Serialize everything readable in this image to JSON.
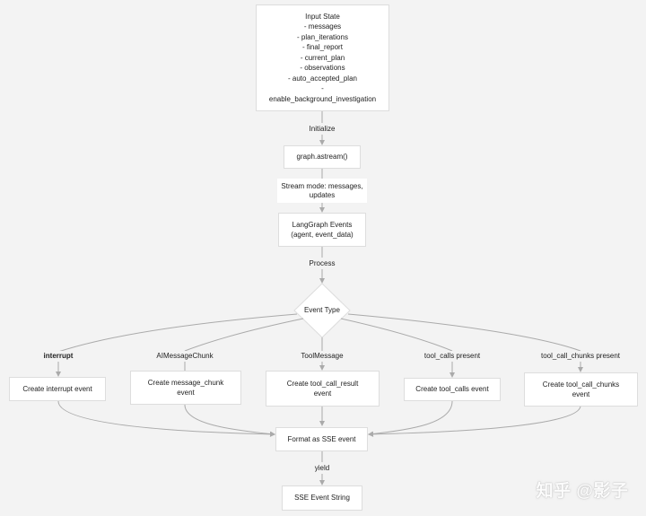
{
  "diagram": {
    "nodes": {
      "input_state": "Input State\n- messages\n- plan_iterations\n- final_report\n- current_plan\n- observations\n- auto_accepted_plan\n-\nenable_background_investigation",
      "graph_astream": "graph.astream()",
      "langgraph_events": "LangGraph Events\n(agent, event_data)",
      "event_type": "Event Type",
      "create_interrupt_event": "Create interrupt event",
      "create_message_chunk_event": "Create message_chunk\nevent",
      "create_tool_call_result_event": "Create tool_call_result\nevent",
      "create_tool_calls_event": "Create tool_calls event",
      "create_tool_call_chunks_event": "Create tool_call_chunks\nevent",
      "format_as_sse_event": "Format as SSE event",
      "sse_event_string": "SSE Event String"
    },
    "edge_labels": {
      "initialize": "Initialize",
      "stream_mode": "Stream mode: messages,\nupdates",
      "process": "Process",
      "interrupt": "interrupt",
      "ai_message_chunk": "AIMessageChunk",
      "tool_message": "ToolMessage",
      "tool_calls_present": "tool_calls present",
      "tool_call_chunks_present": "tool_call_chunks present",
      "yield": "yield"
    }
  },
  "watermark": "知乎 @影子"
}
